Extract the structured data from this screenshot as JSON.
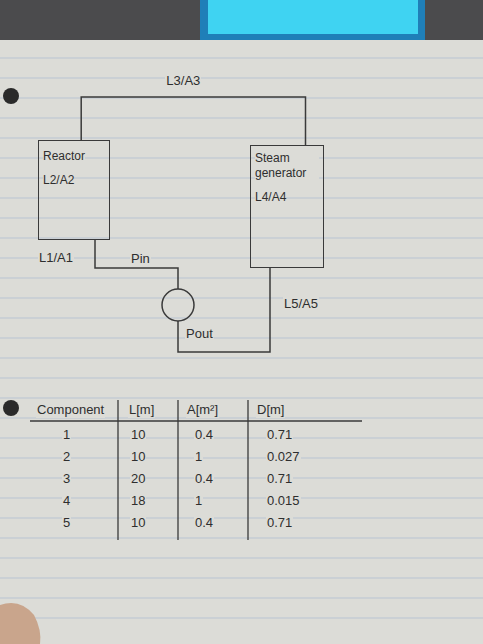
{
  "diagram": {
    "nodes": [
      {
        "text": [
          "Reactor",
          "L2/A2"
        ]
      },
      {
        "text": [
          "Steam generator",
          "L4/A4"
        ]
      }
    ],
    "edges": [
      {
        "from": 0,
        "to": 1,
        "arrow": "none",
        "label": "L3/A3"
      }
    ],
    "labels": [
      "L1/A1",
      "Pin",
      "Pout",
      "L5/A5",
      "Component",
      "L[m]",
      "A[m²]",
      "D[m]",
      "1",
      "10",
      "0.4",
      "0.71",
      "2",
      "10",
      "1",
      "0.027",
      "3",
      "20",
      "0.4",
      "0.71",
      "4",
      "18",
      "1",
      "0.015",
      "5",
      "10",
      "0.4",
      "0.71"
    ]
  }
}
